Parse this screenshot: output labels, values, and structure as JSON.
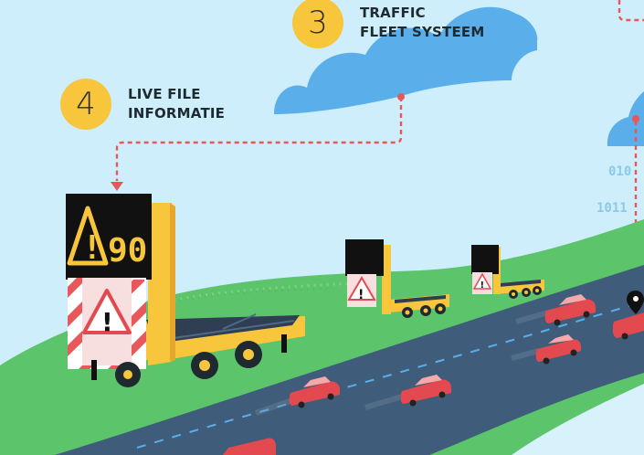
{
  "steps": [
    {
      "number": "3",
      "label": "TRAFFIC\nFLEET SYSTEEM"
    },
    {
      "number": "4",
      "label": "LIVE FILE\nINFORMATIE"
    }
  ],
  "sign": {
    "speed": "90"
  },
  "binary": {
    "line1": "010",
    "line2": "1011"
  },
  "colors": {
    "sky": "#cdeefa",
    "cloud": "#5aaeea",
    "grass": "#5cc46a",
    "road": "#3f5c7a",
    "trailer": "#f8c63c",
    "screen": "#111111",
    "car": "#e34a4f",
    "dashed_connector": "#e8585a"
  }
}
